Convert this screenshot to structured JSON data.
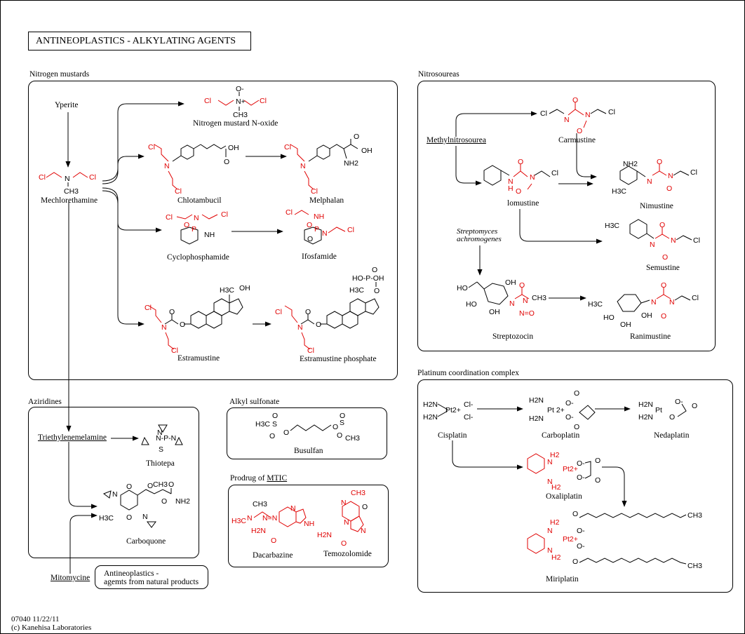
{
  "title": "ANTINEOPLASTICS - ALKYLATING  AGENTS",
  "sections": {
    "nitrogen_mustards": "Nitrogen mustards",
    "nitrosoureas": "Nitrosoureas",
    "aziridines": "Aziridines",
    "alkyl_sulfonate": "Alkyl sulfonate",
    "prodrug_prefix": "Prodrug of",
    "prodrug_link": "MTIC",
    "platinum": "Platinum coordination complex"
  },
  "compounds": {
    "yperite": "Yperite",
    "mechlorethamine": "Mechlorethamine",
    "nitrogen_mustard_n_oxide": "Nitrogen mustard N-oxide",
    "chlorambucil": "Chlotambucil",
    "melphalan": "Melphalan",
    "cyclophosphamide": "Cyclophosphamide",
    "ifosfamide": "Ifosfamide",
    "estramustine": "Estramustine",
    "estramustine_phosphate": "Estramustine phosphate",
    "methylnitrosourea": "Methylnitrosourea",
    "carmustine": "Carmustine",
    "lomustine": "lomustine",
    "nimustine": "Nimustine",
    "semustine": "Semustine",
    "streptomyces_line1": "Streptomyces",
    "streptomyces_line2": "achromogenes",
    "streptozocin": "Streptozocin",
    "ranimustine": "Ranimustine",
    "triethylenemelamine": "Triethylenemelamine",
    "thiotepa": "Thiotepa",
    "carboquone": "Carboquone",
    "mitomycine": "Mitomycine",
    "busulfan": "Busulfan",
    "dacarbazine": "Dacarbazine",
    "temozolomide": "Temozolomide",
    "cisplatin": "Cisplatin",
    "carboplatin": "Carboplatin",
    "nedaplatin": "Nedaplatin",
    "oxaliplatin": "Oxaliplatin",
    "miriplatin": "Miriplatin"
  },
  "natural_products_box": {
    "line1": "Antineoplastics -",
    "line2": "agemts from natural products"
  },
  "footer": {
    "line1": "07040 11/22/11",
    "line2": "(c) Kanehisa Laboratories"
  },
  "colors": {
    "reactive_group": "#e00000",
    "line": "#000000"
  }
}
